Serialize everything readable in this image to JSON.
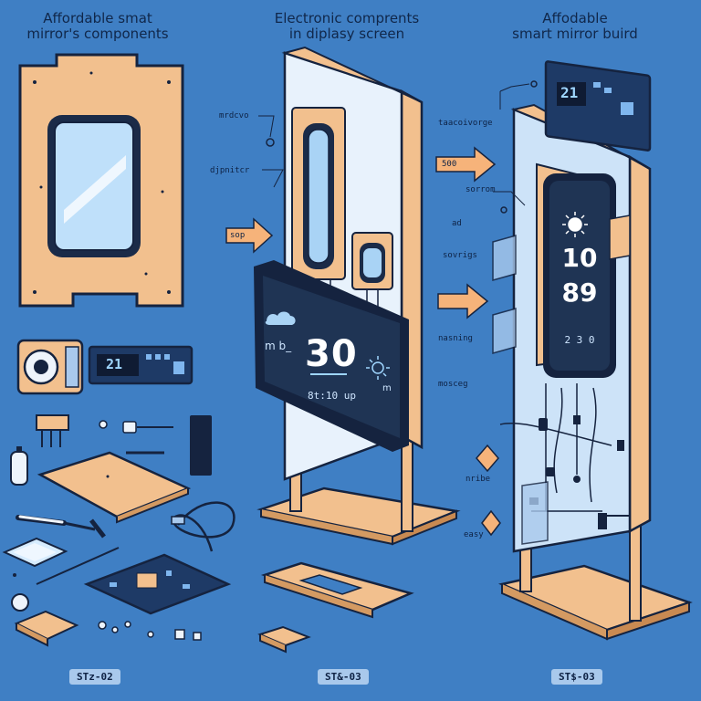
{
  "panels": [
    {
      "title_line1": "Affordable smat",
      "title_line2": "mirror's components",
      "step": "STz-02"
    },
    {
      "title_line1": "Electronic comprents",
      "title_line2": "in diplasy screen",
      "step": "ST&-03"
    },
    {
      "title_line1": "Affodable",
      "title_line2": "smart mirror buird",
      "step": "ST$-03"
    }
  ],
  "panel1": {
    "board_display": "21"
  },
  "panel2": {
    "labels": [
      "mrdcvo",
      "djpnitcr",
      "sop"
    ],
    "screen_big": "30",
    "screen_left": "m b_",
    "screen_time": "8t:10 up",
    "screen_m": "m"
  },
  "panel3": {
    "top_board": "21",
    "labels": [
      "taacoivorge",
      "500",
      "sorrom",
      "ad",
      "sovrigs",
      "nasning",
      "mosceg",
      "nribe",
      "easy"
    ],
    "screen_line1": "10",
    "screen_line2": "89",
    "screen_small": "2 3 0"
  },
  "colors": {
    "background": "#3f7fc4",
    "wood": "#f2c08e",
    "outline": "#15233f",
    "screen": "#16263f",
    "panel": "#e8f2fc",
    "accent": "#f6b37a"
  }
}
